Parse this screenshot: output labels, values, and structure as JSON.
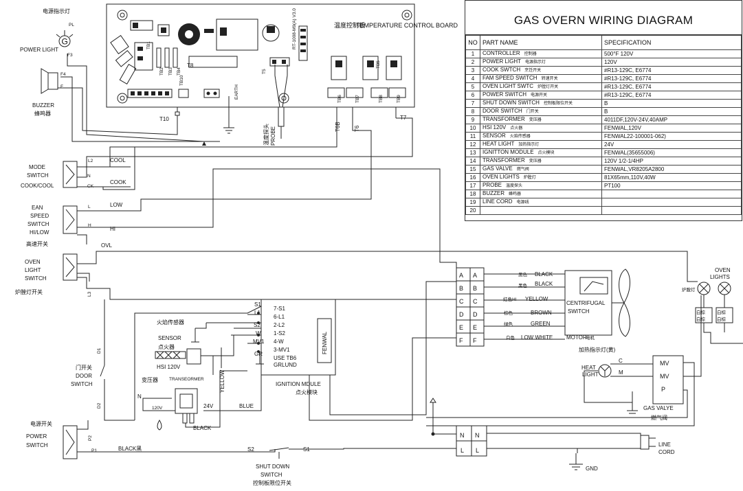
{
  "title": "GAS OVERN WIRING DIAGRAM",
  "table": {
    "headers": {
      "no": "NO",
      "part": "PART NAME",
      "spec": "SPECIFICATION"
    },
    "rows": [
      {
        "no": "1",
        "part": "CONTROLLER",
        "cn": "控制器",
        "spec": "500°F 120V"
      },
      {
        "no": "2",
        "part": "POWER LIGHT",
        "cn": "电源指示灯",
        "spec": "120V"
      },
      {
        "no": "3",
        "part": "COOK SWTCH",
        "cn": "烹饪开关",
        "spec": "#R13-129C, E6774"
      },
      {
        "no": "4",
        "part": "FAM SPEED SWITCH",
        "cn": "转速开关",
        "spec": "#R13-129C, E6774"
      },
      {
        "no": "5",
        "part": "OVEN LIGHT SWTC",
        "cn": "炉膛灯开关",
        "spec": "#R13-129C, E6774"
      },
      {
        "no": "6",
        "part": "POWER SWITCH",
        "cn": "电源开关",
        "spec": "#R13-129C, E6774"
      },
      {
        "no": "7",
        "part": "SHUT DOWN SWITCH",
        "cn": "控制板限位开关",
        "spec": "B"
      },
      {
        "no": "8",
        "part": "DOOR SWITCH",
        "cn": "门开关",
        "spec": "B"
      },
      {
        "no": "9",
        "part": "TRANSFORMER",
        "cn": "变压器",
        "spec": "4011DF,120V-24V,40AMP"
      },
      {
        "no": "10",
        "part": "HSI 120V",
        "cn": "点火器",
        "spec": "FENWAL,120V"
      },
      {
        "no": "11",
        "part": "SENSOR",
        "cn": "火焰传感器",
        "spec": "FENWAL22-100001-062)"
      },
      {
        "no": "12",
        "part": "HEAT LIGHT",
        "cn": "加热指示灯",
        "spec": "24V"
      },
      {
        "no": "13",
        "part": "IGNITTON MODULE",
        "cn": "点火模块",
        "spec": "FENWAL(35655006)"
      },
      {
        "no": "14",
        "part": "TRANSFORMER",
        "cn": "变压器",
        "spec": "120V 1/2-1/4HP"
      },
      {
        "no": "15",
        "part": "GAS VALVE",
        "cn": "燃气阀",
        "spec": "FENWAL,VR8205A2800"
      },
      {
        "no": "16",
        "part": "OVEN LIGHTS",
        "cn": "炉膛灯",
        "spec": "81X65mm,110V,40W"
      },
      {
        "no": "17",
        "part": "PROBE",
        "cn": "温度探头",
        "spec": "PT100"
      },
      {
        "no": "18",
        "part": "BUZZER",
        "cn": "蜂鸣器",
        "spec": ""
      },
      {
        "no": "19",
        "part": "LINE CORD",
        "cn": "电源线",
        "spec": ""
      },
      {
        "no": "20",
        "part": "",
        "cn": "",
        "spec": ""
      }
    ]
  },
  "board": {
    "title": "TEMPERATURE CONTROL BOARD",
    "title_cn": "温度控制板",
    "model": "RT-1008-M9(A) V3.0"
  },
  "board_labels": {
    "t8": "T8",
    "t10": "T10",
    "t5": "T5",
    "t6b": "T6B",
    "t6": "T6",
    "t7": "T7",
    "earth": "EARTH",
    "tb1": "TB1",
    "tb2": "TB2",
    "tb3": "TB3",
    "tb4": "TB4",
    "tb5": "TB5",
    "tb6": "TB6",
    "tb7": "TB7",
    "tb8": "TB8",
    "tb9": "TB9",
    "tb10": "TB10"
  },
  "probe_label": "PROBE",
  "probe_cn": "温度探头",
  "power_light": {
    "cn": "电源指示灯",
    "label": "POWER LIGHT",
    "g": "G",
    "pl": "PL",
    "f3": "F3"
  },
  "buzzer": {
    "label": "BUZZER",
    "cn": "蜂鸣器",
    "f4": "F4",
    "f": "F"
  },
  "mode_switch": {
    "label1": "MODE",
    "label2": "SWITCH",
    "label3": "COOK/COOL",
    "l2": "L2",
    "n": "N",
    "ck": "CK",
    "cool": "COOL",
    "cook": "COOK"
  },
  "fan_switch": {
    "label1": "EAN",
    "label2": "SPEED",
    "label3": "SWITCH",
    "label4": "HI/LOW",
    "cn": "高速开关",
    "l": "L",
    "h": "H",
    "low": "LOW",
    "hi": "HI"
  },
  "oven_light_switch": {
    "label1": "OVEN",
    "label2": "LIGHT",
    "label3": "SWITCH",
    "cn": "炉膛灯开关",
    "ovl": "OVL",
    "l3": "L3"
  },
  "door_switch": {
    "cn": "门开关",
    "label1": "DOOR",
    "label2": "SWITCH",
    "d1": "D1",
    "d2": "D2"
  },
  "power_switch": {
    "cn": "电源开关",
    "label1": "POWER",
    "label2": "SWITCH",
    "p2": "P2",
    "p1": "P1"
  },
  "ignition": {
    "title": "IGNITION MDULE",
    "cn": "点火模块",
    "brand": "FENWAL",
    "pins": [
      "7-S1",
      "6-L1",
      "2-L2",
      "1-S2",
      "4-W",
      "3-MV1",
      "USE TB6",
      "GRLUND"
    ],
    "side": [
      "S1",
      "L1",
      "S2",
      "W",
      "MV1",
      "GR"
    ]
  },
  "sensor": {
    "cn": "火焰传感器",
    "label": "SENSOR"
  },
  "hsi": {
    "cn": "点火器",
    "label": "HSI 120V"
  },
  "transformer": {
    "cn": "变压器",
    "label": "TRANSEORMER",
    "v120": "120V",
    "v24": "24V",
    "n": "N",
    "black": "BLACK",
    "blue": "BLUE",
    "yellow": "YELLOW"
  },
  "terminal_left": [
    "A",
    "B",
    "C",
    "D",
    "E",
    "F"
  ],
  "terminal_right": [
    "A",
    "B",
    "C",
    "D",
    "E",
    "F"
  ],
  "motor_wires": [
    {
      "cn": "黑色",
      "label": "BLACK"
    },
    {
      "cn": "黑色",
      "label": "BLACK"
    },
    {
      "cn": "红色HI",
      "label": "YELLOW"
    },
    {
      "cn": "棕色",
      "label": "BROWN"
    },
    {
      "cn": "绿色",
      "label": "GREEN"
    },
    {
      "cn": "白色",
      "label": "LOW WHITE"
    }
  ],
  "motor": {
    "label1": "CENTRIFUGAL",
    "label2": "SWITCH",
    "motor": "MOTOR",
    "motor_cn": "电机"
  },
  "oven_lights": {
    "cn": "炉膛灯",
    "label1": "OVEN",
    "label2": "LIGHTS",
    "box": [
      "白棕",
      "白棕",
      "白棕",
      "白棕"
    ]
  },
  "heat_light": {
    "cn": "加热指示灯(黄)",
    "label1": "HEAT",
    "label2": "LIGHT",
    "c": "C",
    "m": "M"
  },
  "gas_valve": {
    "mv1": "MV",
    "mv2": "MV",
    "p": "P",
    "label": "GAS VALYE",
    "cn": "燃气阀"
  },
  "line_block": {
    "n1": "N",
    "n2": "N",
    "l1": "L",
    "l2": "L"
  },
  "line_cord": {
    "label1": "LINE",
    "label2": "CORD"
  },
  "gnd": "GND",
  "power_line": {
    "black": "BLACK黑"
  },
  "shutdown": {
    "s2": "S2",
    "s1": "S1",
    "label1": "SHUT DOWN",
    "label2": "SWITCH",
    "cn": "控制板限位开关"
  }
}
